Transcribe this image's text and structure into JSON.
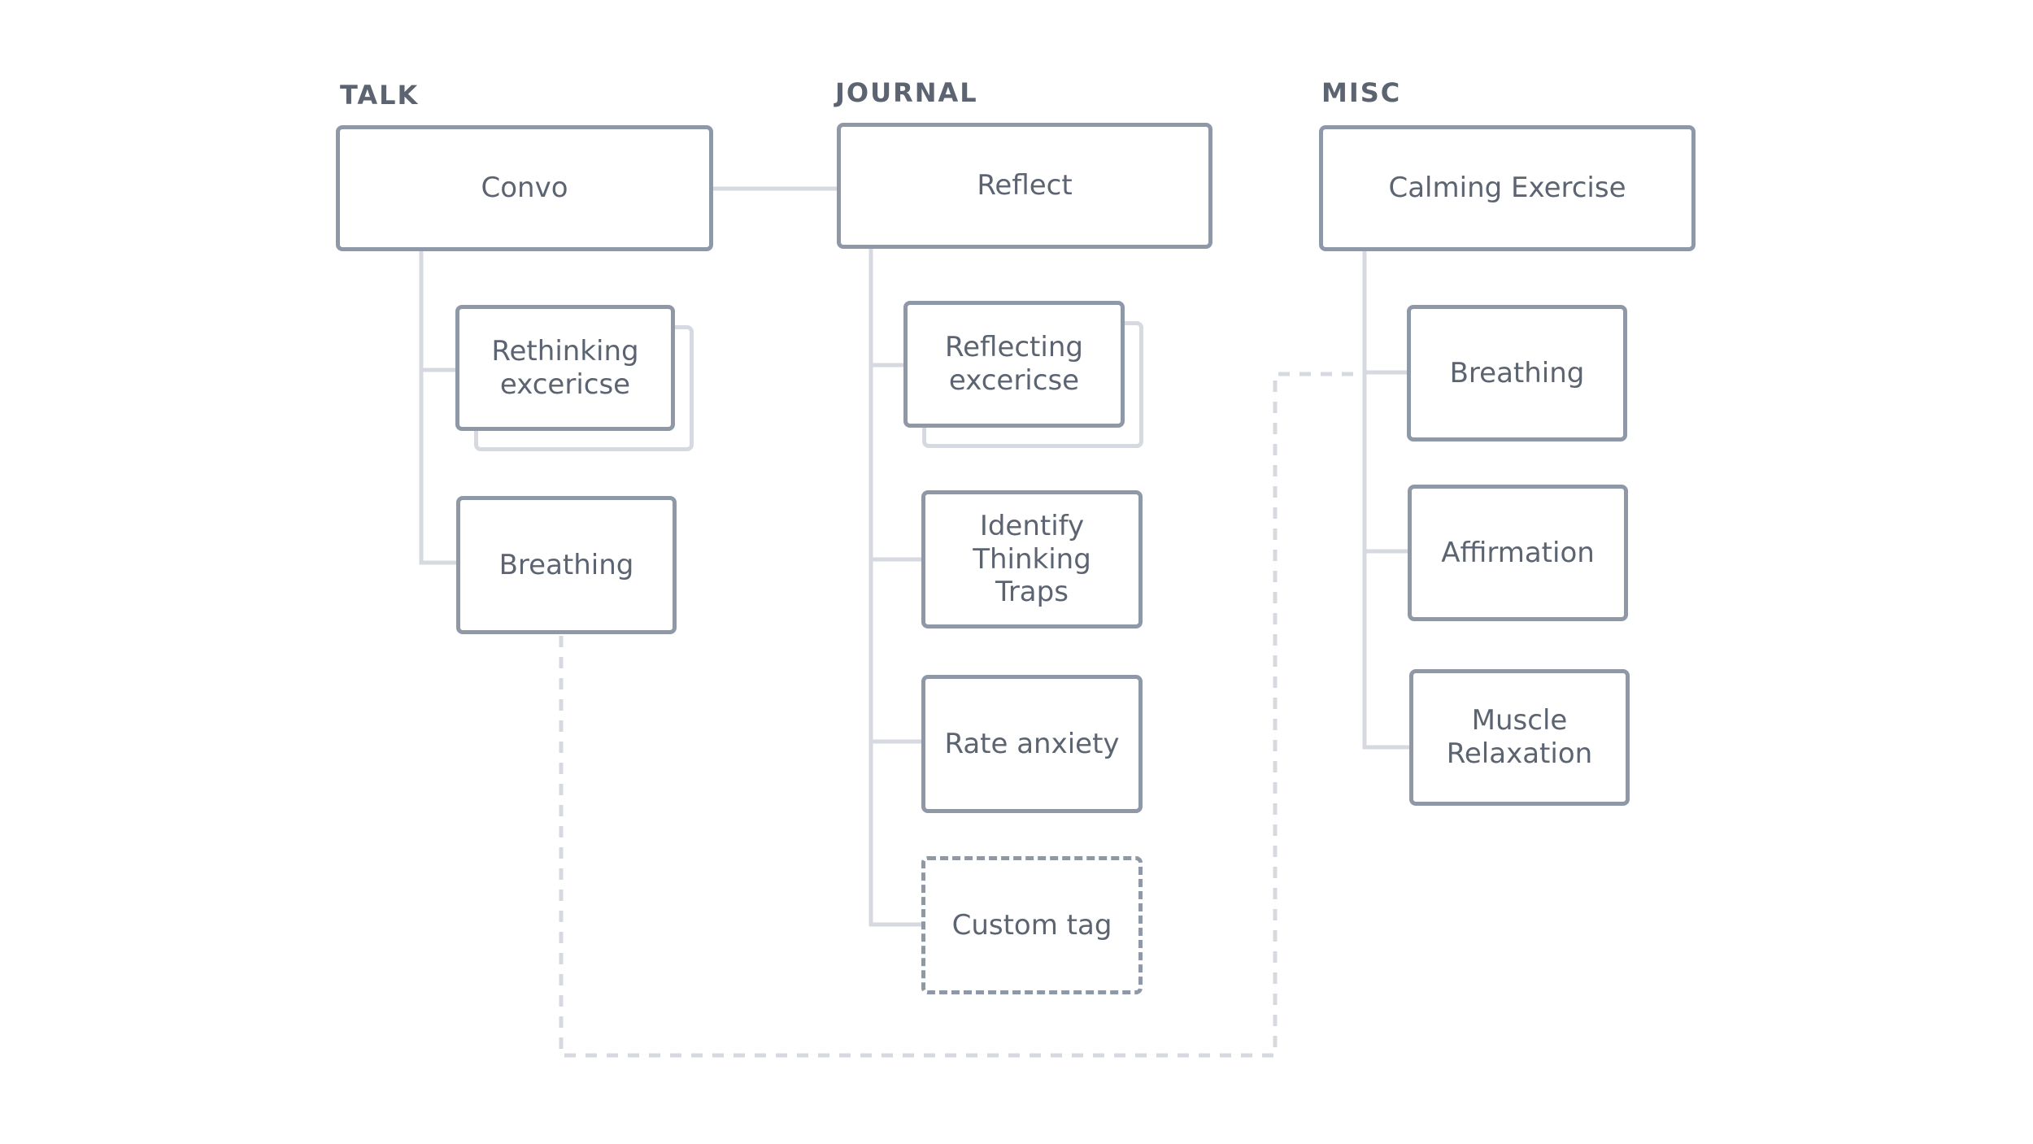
{
  "columns": {
    "talk": {
      "heading": "TALK",
      "root": "Convo",
      "children": [
        "Rethinking\nexcericse",
        "Breathing"
      ]
    },
    "journal": {
      "heading": "JOURNAL",
      "root": "Reflect",
      "children": [
        "Reflecting\nexcericse",
        "Identify\nThinking Traps",
        "Rate anxiety",
        "Custom tag"
      ]
    },
    "misc": {
      "heading": "MISC",
      "root": "Calming Exercise",
      "children": [
        "Breathing",
        "Affirmation",
        "Muscle\nRelaxation"
      ]
    }
  },
  "colors": {
    "box_border": "#8f98a6",
    "connector": "#d6dae0",
    "text": "#5c6471"
  }
}
